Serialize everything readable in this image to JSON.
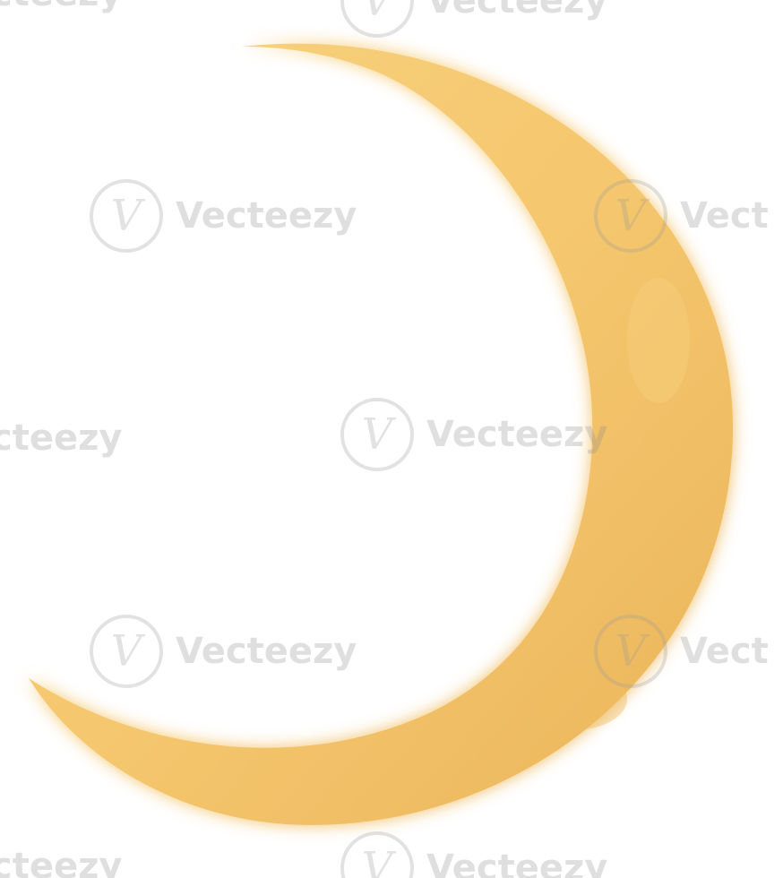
{
  "image": {
    "subject": "crescent-moon",
    "colors": {
      "background": "#ffffff",
      "moon_fill": "#f5c76e",
      "moon_shade": "#eab45a",
      "glow": "#ffd27a",
      "watermark": "#8f8f8f"
    }
  },
  "watermark": {
    "text": "Vecteezy",
    "partial_left": "cteezy",
    "partial_right": "Vect",
    "logo_glyph": "V"
  }
}
